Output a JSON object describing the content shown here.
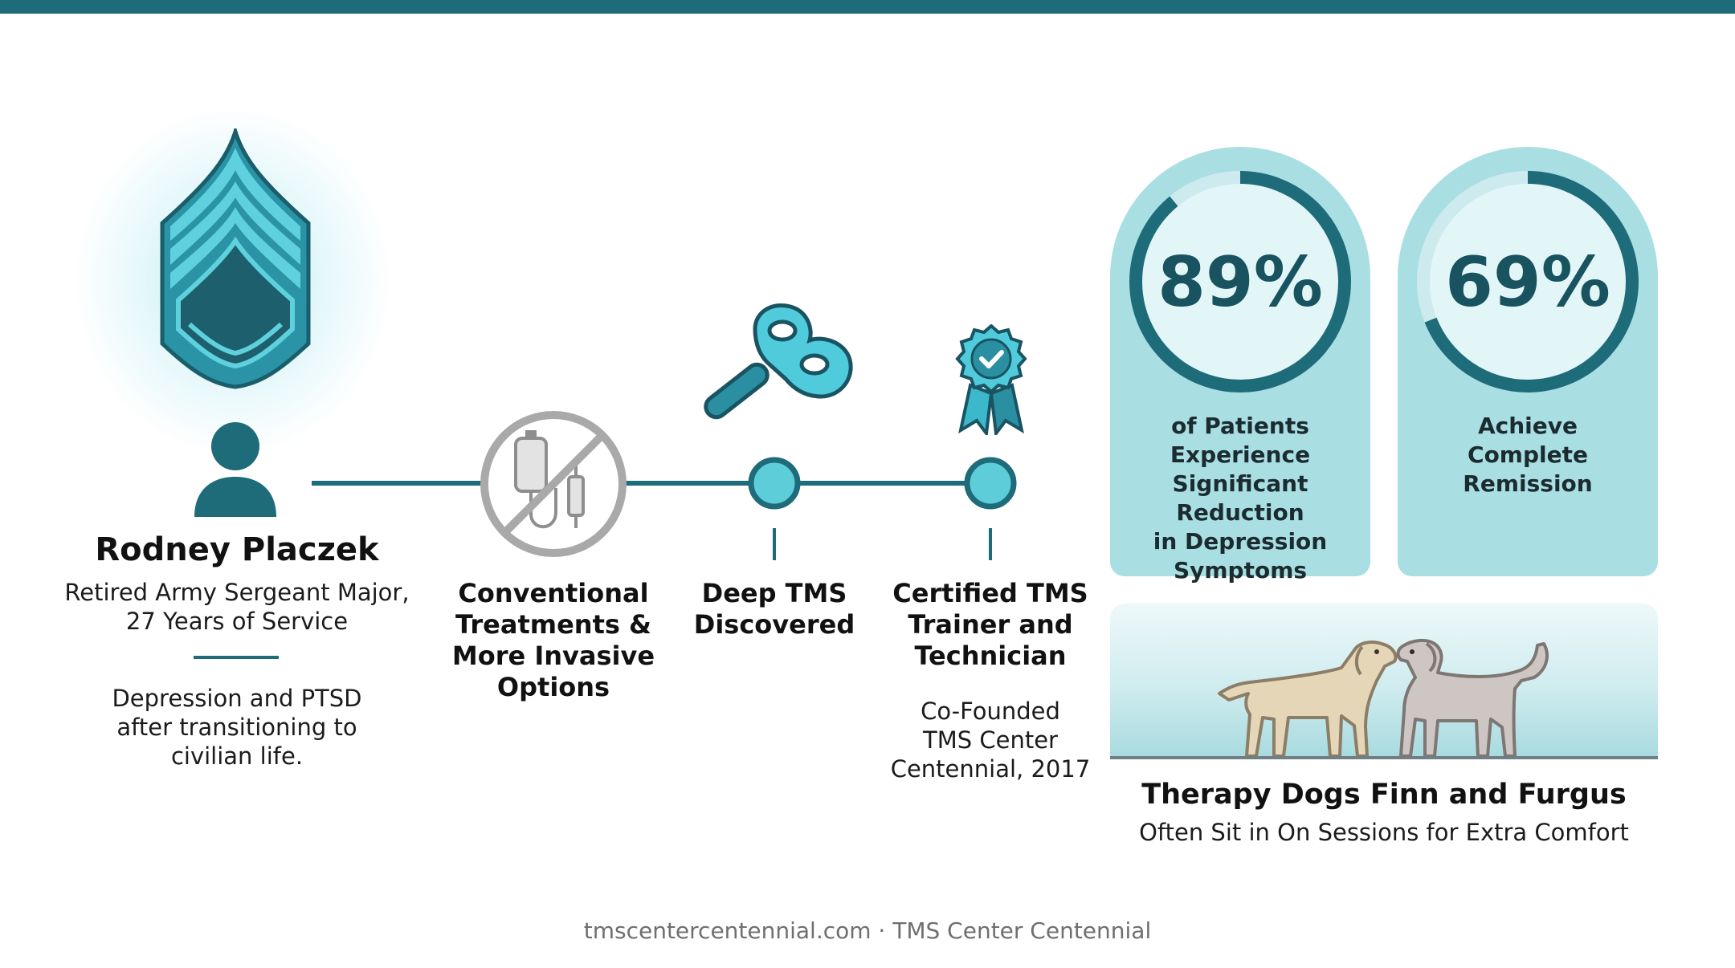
{
  "profile": {
    "name": "Rodney Placzek",
    "role_line1": "Retired Army Sergeant Major,",
    "role_line2": "27 Years of Service",
    "condition_line1": "Depression and PTSD",
    "condition_line2": "after transitioning to",
    "condition_line3": "civilian life."
  },
  "timeline": [
    {
      "label_lines": [
        "Conventional",
        "Treatments &",
        "More Invasive",
        "Options"
      ],
      "icon": "no-iv-drip-icon"
    },
    {
      "label_lines": [
        "Deep TMS",
        "Discovered"
      ],
      "icon": "tms-coil-icon"
    },
    {
      "label_lines": [
        "Certified TMS",
        "Trainer and",
        "Technician"
      ],
      "note_lines": [
        "Co-Founded",
        "TMS Center",
        "Centennial, 2017"
      ],
      "icon": "award-ribbon-icon"
    }
  ],
  "stats": [
    {
      "value": "89%",
      "fraction": 0.89,
      "desc_lines": [
        "of Patients",
        "Experience",
        "Significant Reduction",
        "in Depression",
        "Symptoms"
      ]
    },
    {
      "value": "69%",
      "fraction": 0.69,
      "desc_lines": [
        "Achieve",
        "Complete",
        "Remission"
      ]
    }
  ],
  "dogs": {
    "title": "Therapy Dogs Finn and Furgus",
    "subtitle": "Often Sit in On Sessions for Extra Comfort"
  },
  "footer": "tmscentercentennial.com · TMS Center Centennial",
  "colors": {
    "primary_dark": "#1e6b7a",
    "teal": "#3bb8c9",
    "teal_light": "#5ccdd9",
    "card": "#a9dfe3",
    "ring_track": "#d7f0f2"
  }
}
